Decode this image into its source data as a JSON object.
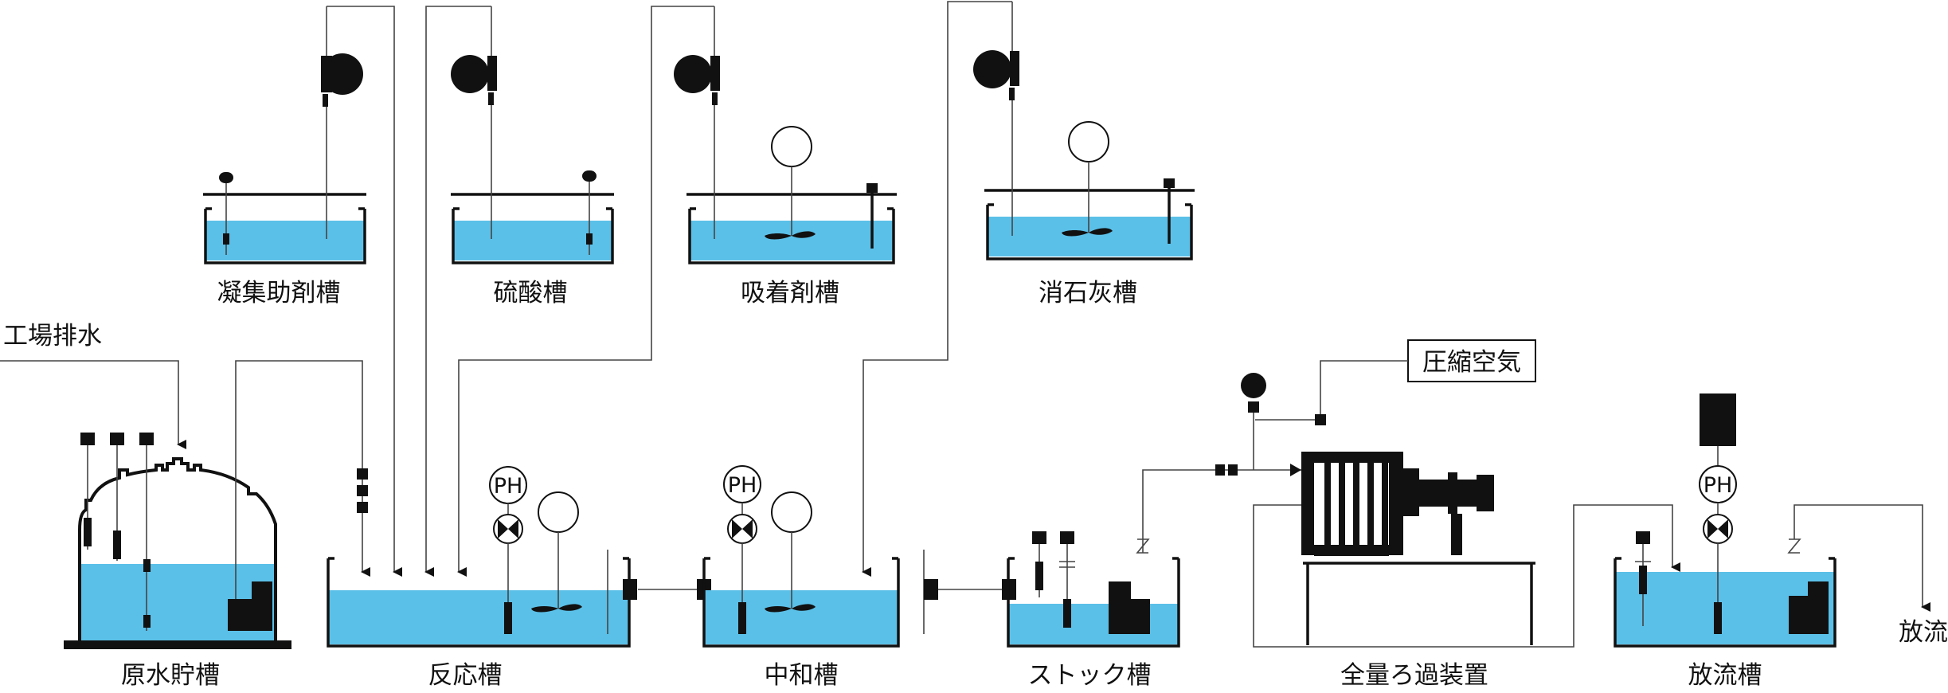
{
  "colors": {
    "water": "#5bc0e8",
    "line": "#444444",
    "equipment": "#111111"
  },
  "tanks": {
    "coagulant_aid": "凝集助剤槽",
    "sulfuric_acid": "硫酸槽",
    "adsorbent": "吸着剤槽",
    "slaked_lime": "消石灰槽",
    "raw_water": "原水貯槽",
    "reaction": "反応槽",
    "neutralization": "中和槽",
    "stock": "ストック槽",
    "filter": "全量ろ過装置",
    "discharge": "放流槽"
  },
  "labels": {
    "factory_wastewater": "工場排水",
    "compressed_air": "圧縮空気",
    "outflow": "放流",
    "ph": "PH"
  },
  "icons": [
    "pump-icon",
    "agitator-icon",
    "ph-meter-icon",
    "control-valve-icon",
    "level-switch-icon",
    "arrow-icon"
  ]
}
